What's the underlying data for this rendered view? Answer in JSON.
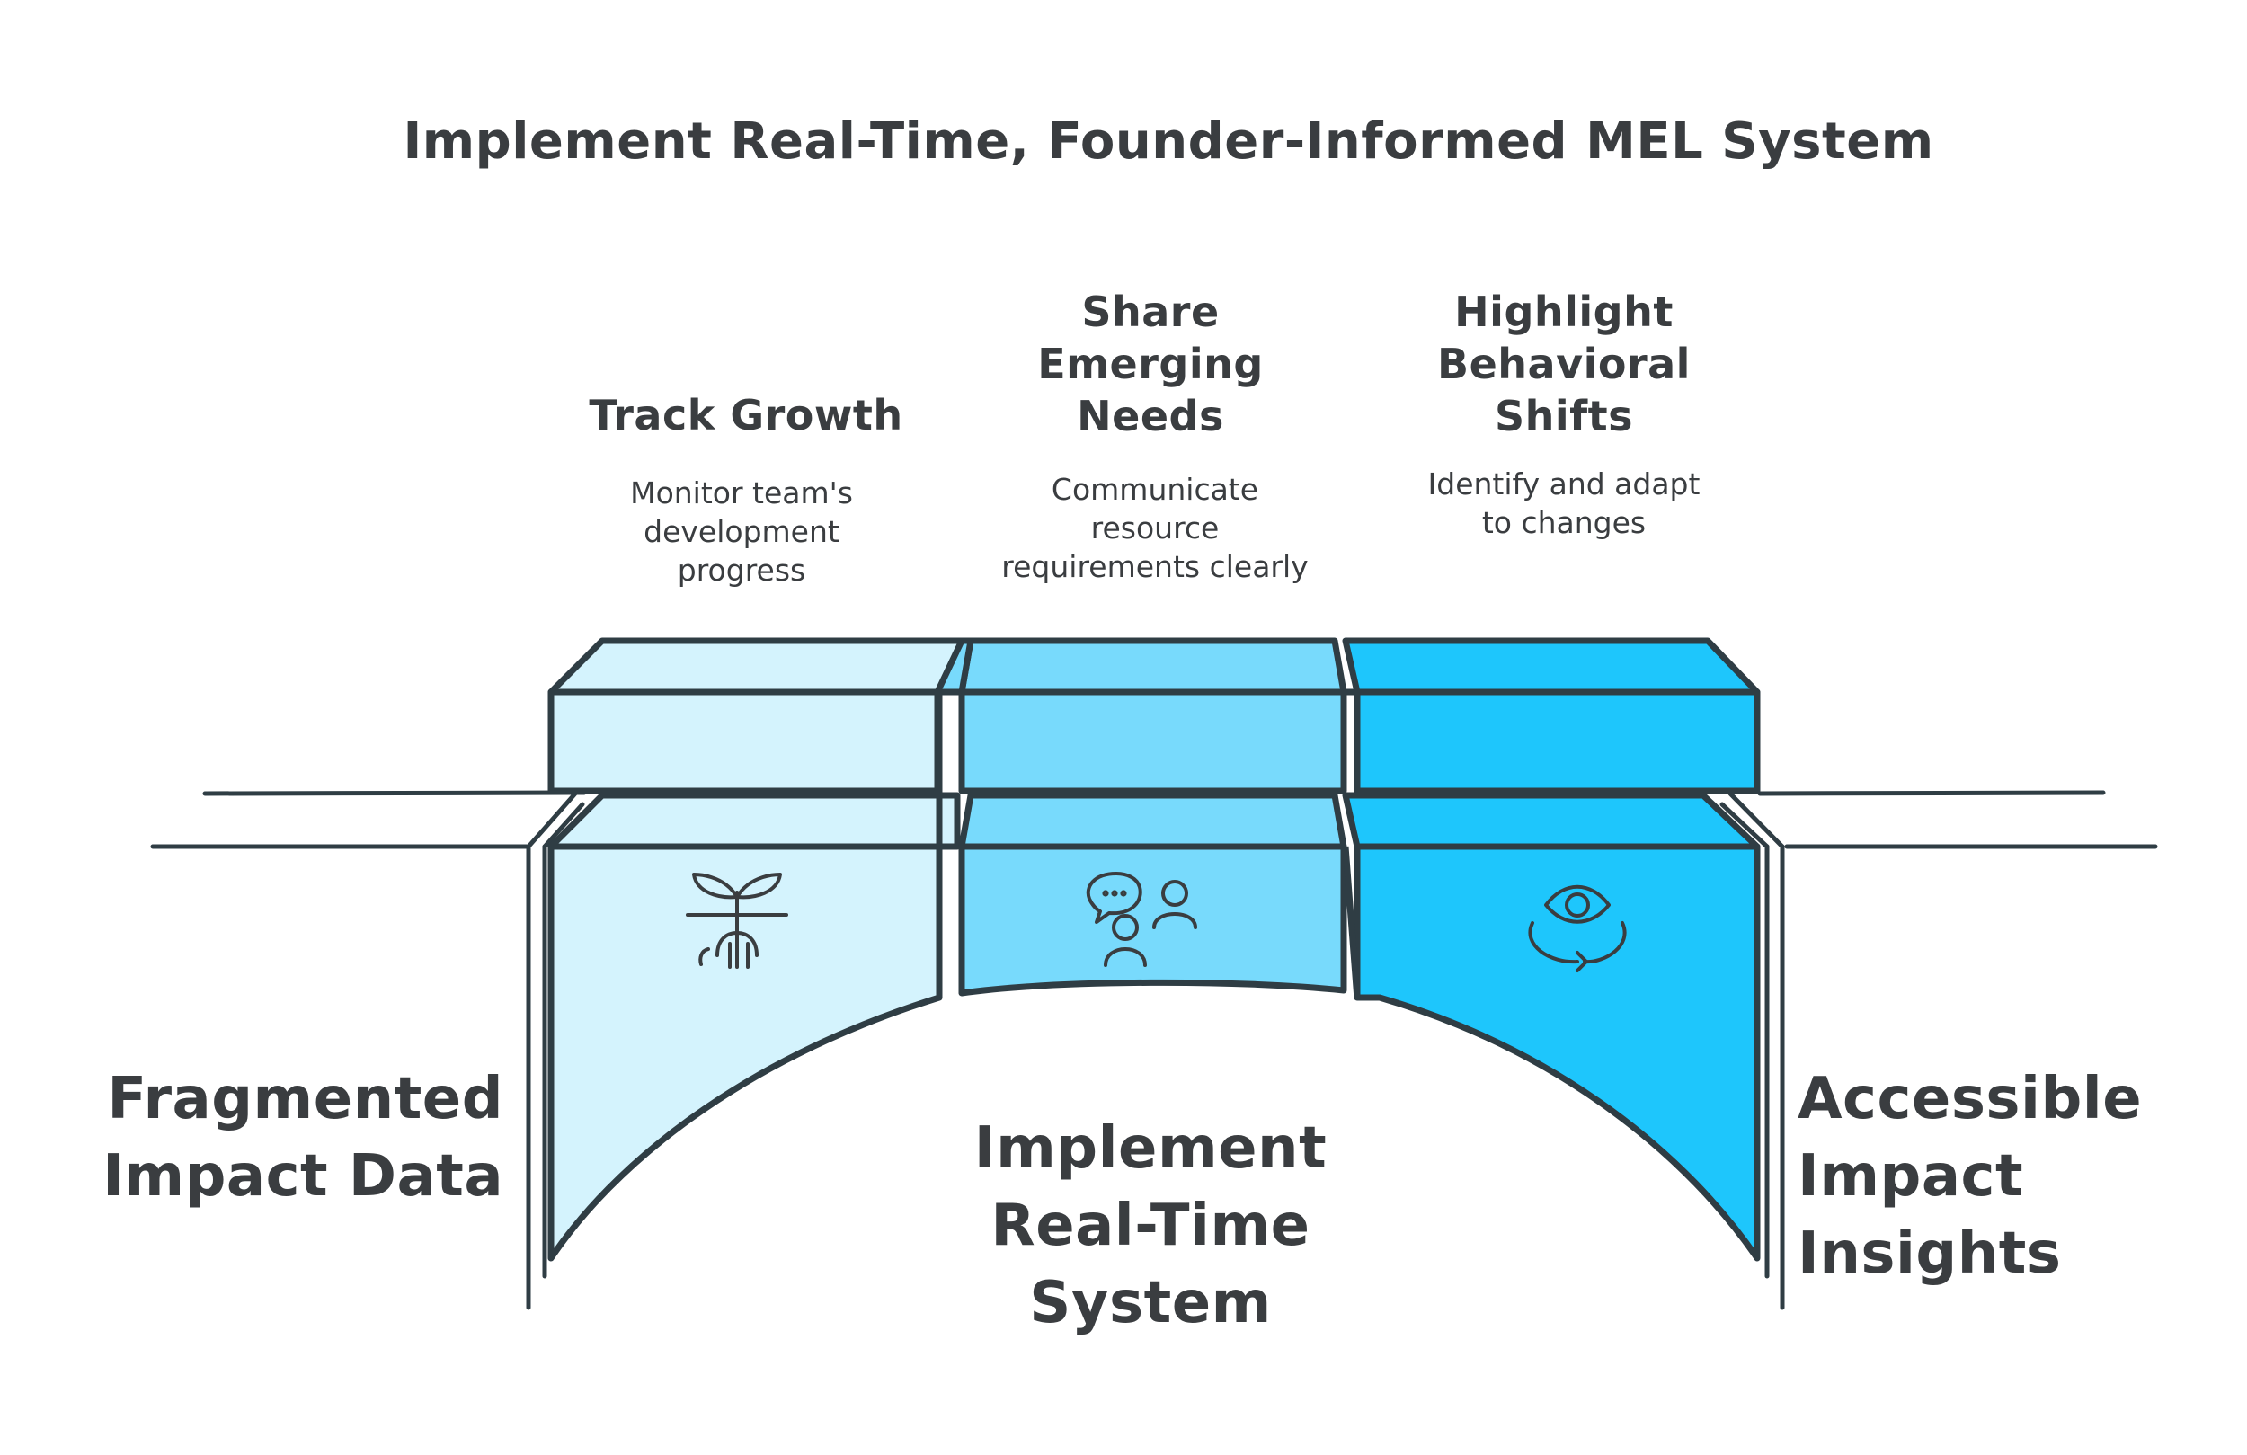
{
  "title": "Implement Real-Time, Founder-Informed MEL System",
  "left_state": {
    "lines": [
      "Fragmented",
      "Impact Data"
    ]
  },
  "right_state": {
    "lines": [
      "Accessible",
      "Impact",
      "Insights"
    ]
  },
  "center_label": {
    "lines": [
      "Implement",
      "Real-Time",
      "System"
    ]
  },
  "steps": [
    {
      "title_lines": [
        "Track Growth"
      ],
      "desc_lines": [
        "Monitor team's",
        "development",
        "progress"
      ],
      "icon": "sprout-icon",
      "color": "#d4f3fd"
    },
    {
      "title_lines": [
        "Share",
        "Emerging",
        "Needs"
      ],
      "desc_lines": [
        "Communicate",
        "resource",
        "requirements clearly"
      ],
      "icon": "people-chat-icon",
      "color": "#78dafc"
    },
    {
      "title_lines": [
        "Highlight",
        "Behavioral",
        "Shifts"
      ],
      "desc_lines": [
        "Identify and adapt",
        "to changes"
      ],
      "icon": "eye-cycle-icon",
      "color": "#1ec6fc"
    }
  ],
  "colors": {
    "stroke": "#2f3d44",
    "text": "#3a3d40"
  }
}
